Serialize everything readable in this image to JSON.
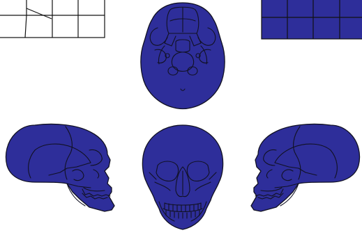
{
  "figure": {
    "colors": {
      "skull_fill": "#2e2e9a",
      "outline": "#111122",
      "background": "#ffffff",
      "grid_outline_white": "#ffffff",
      "grid_fill_blue": "#2e2e9a"
    },
    "views": [
      "base-view",
      "left-lateral-view",
      "frontal-view",
      "right-lateral-view"
    ],
    "legend_grids": [
      "outline-grid-unfilled",
      "filled-grid-blue"
    ]
  }
}
